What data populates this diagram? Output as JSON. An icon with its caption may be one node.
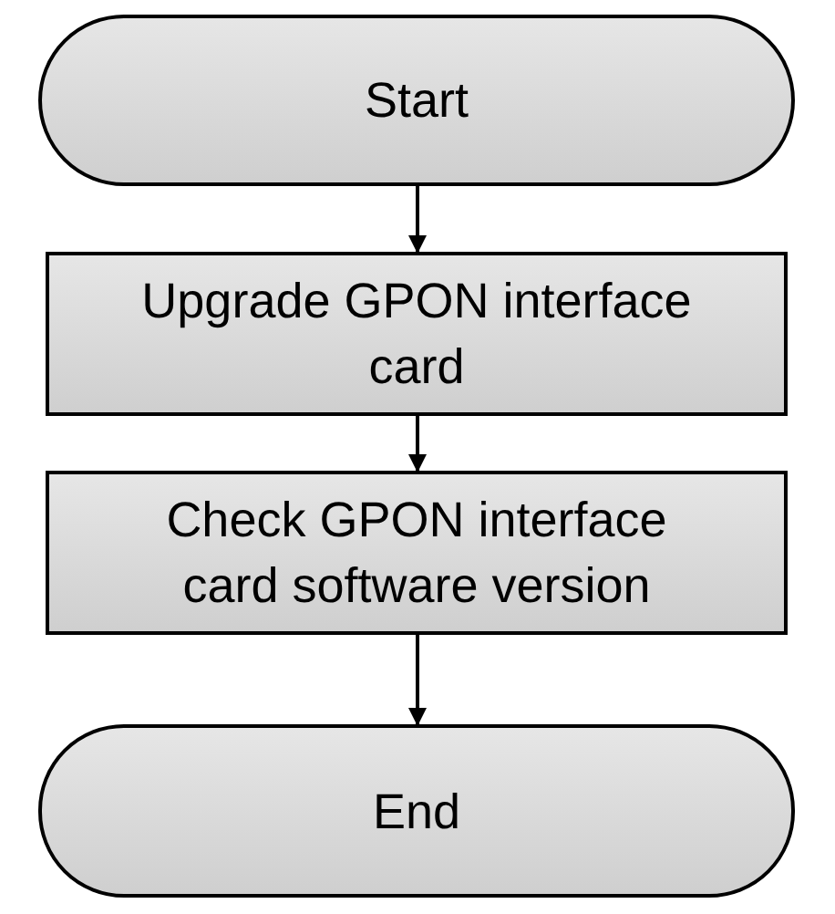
{
  "diagram": {
    "nodes": [
      {
        "text": [
          "Start"
        ]
      },
      {
        "text": [
          "Upgrade GPON interface card"
        ]
      },
      {
        "text": [
          "Check GPON interface card software version"
        ]
      },
      {
        "text": [
          "End"
        ]
      }
    ],
    "edges": [
      {
        "from": 0,
        "to": 1,
        "arrow": "to"
      },
      {
        "from": 1,
        "to": 2,
        "arrow": "to"
      },
      {
        "from": 2,
        "to": 3,
        "arrow": "to"
      }
    ]
  }
}
